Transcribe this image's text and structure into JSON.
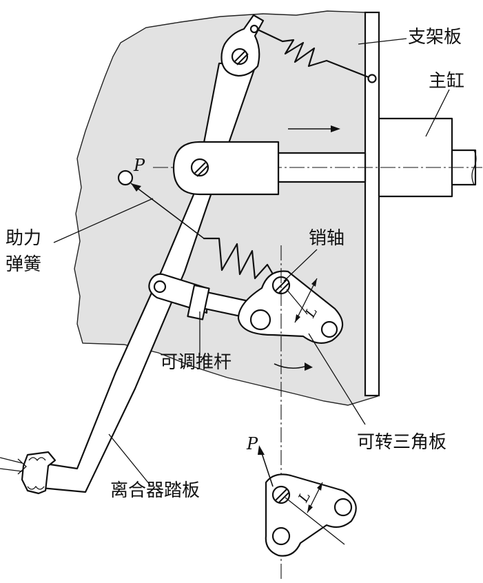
{
  "labels": {
    "bracket_plate": "支架板",
    "master_cylinder": "主缸",
    "point_p_top": "P",
    "assist_spring_line1": "助力",
    "assist_spring_line2": "弹簧",
    "pin_shaft": "销轴",
    "dim_l_top": "L",
    "adjustable_push_rod": "可调推杆",
    "rotating_triangle_plate": "可转三角板",
    "point_p_bottom": "P",
    "clutch_pedal": "离合器踏板",
    "dim_l_bottom": "L"
  }
}
